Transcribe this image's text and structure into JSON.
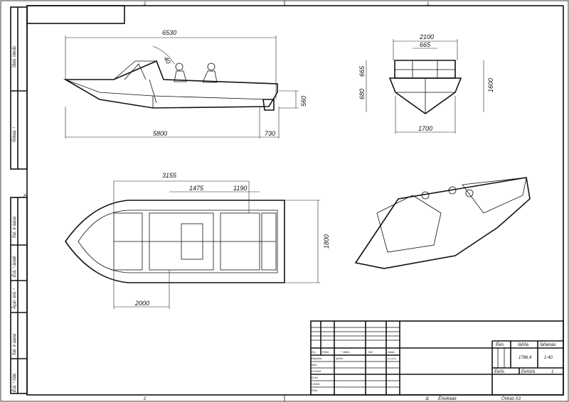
{
  "sheet": {
    "zone_labels_top": [
      "2",
      "1"
    ],
    "zone_labels_bottom": [
      "2",
      "1"
    ],
    "row_label": "A",
    "left_strip_labels": [
      "Ïåðâ. ïðèìåí.",
      "Ñïðàâ. ¹",
      "Ïîäï. è äàòà",
      "Èíâ. ¹ äóáë.",
      "Âçàì. èíâ. ¹",
      "Ïîäï. è äàòà",
      "Èíâ. ¹ ïîäë."
    ]
  },
  "side_view": {
    "dims": {
      "length_overall": "6530",
      "angle": "40",
      "height": "560",
      "hull_length": "5800",
      "motor": "730"
    }
  },
  "front_view": {
    "dims": {
      "width": "2100",
      "windshield": "665",
      "upper_height": "665",
      "lower_height": "680",
      "total_height": "1600",
      "bottom_width": "1700"
    }
  },
  "top_view": {
    "dims": {
      "cockpit": "3155",
      "seat_zone": "1475",
      "rear_zone": "1190",
      "beam": "1800",
      "bow": "2000"
    }
  },
  "title_block": {
    "header": [
      "Èçì.",
      "Ëèñò",
      "¹ äîêóì.",
      "Ïîäï.",
      "Äàòà"
    ],
    "rows": [
      "Ðàçðàá.",
      "Ïðîâ.",
      "Ò.êîíòð.",
      "Ð-ëü",
      "Í.êîíòð.",
      "Óòâ."
    ],
    "developer": "artem",
    "date": "01.12.03",
    "col_headers": [
      "Ëèò.",
      "Ìàññà",
      "Ìàñøòàá"
    ],
    "mass": "1786,4",
    "scale": "1:40",
    "sheet_label": "Ëèñò",
    "sheets_label": "Ëèñòîâ",
    "sheets": "1",
    "copied": "Êîïèðîâàë",
    "format": "Ôîðìàò À3",
    "footer_num": "1"
  }
}
